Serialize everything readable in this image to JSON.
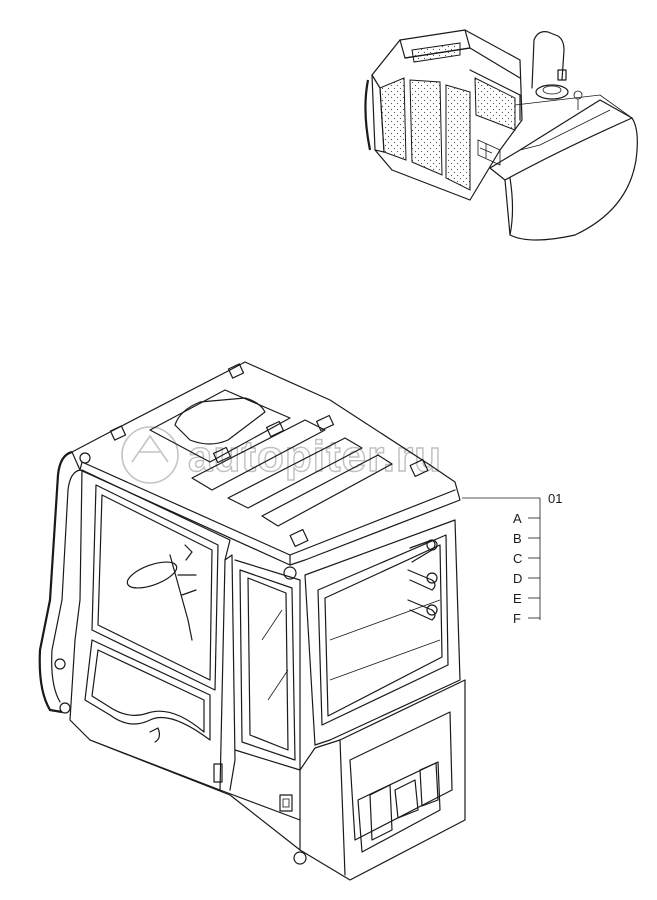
{
  "watermark": "autopiter.ru",
  "callout": {
    "part_number": "01",
    "sub_parts": [
      "A",
      "B",
      "C",
      "D",
      "E",
      "F"
    ]
  },
  "icons": [
    "excavator-overview-icon",
    "cab-assembly-icon",
    "watermark-logo-icon"
  ]
}
